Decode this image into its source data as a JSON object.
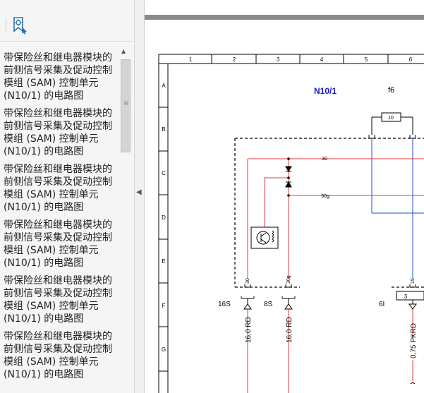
{
  "top_fragment": {
    "text": "⌐ ∩"
  },
  "bookmark_panel": {
    "toolbar_icon": "bookmark-gear-icon",
    "items": [
      {
        "label": "带保险丝和继电器模块的前侧信号采集及促动控制模组 (SAM) 控制单元 (N10/1) 的电路图"
      },
      {
        "label": "带保险丝和继电器模块的前侧信号采集及促动控制模组 (SAM) 控制单元 (N10/1) 的电路图"
      },
      {
        "label": "带保险丝和继电器模块的前侧信号采集及促动控制模组 (SAM) 控制单元 (N10/1) 的电路图"
      },
      {
        "label": "带保险丝和继电器模块的前侧信号采集及促动控制模组 (SAM) 控制单元 (N10/1) 的电路图"
      },
      {
        "label": "带保险丝和继电器模块的前侧信号采集及促动控制模组 (SAM) 控制单元 (N10/1) 的电路图"
      },
      {
        "label": "带保险丝和继电器模块的前侧信号采集及促动控制模组 (SAM) 控制单元 (N10/1) 的电路图"
      }
    ]
  },
  "gutter_icon": "collapse-left-icon",
  "diagram": {
    "column_labels": [
      "1",
      "2",
      "3",
      "4",
      "5",
      "6"
    ],
    "row_labels": [
      "A",
      "B",
      "C",
      "D",
      "E",
      "F",
      "G"
    ],
    "component_label": "N10/1",
    "fuse_label": "f6",
    "fuse_value": "10",
    "wire_30": "30",
    "wire_30g": "30g",
    "pin_30": "30",
    "pin_30g": "30g",
    "pin_15": "15",
    "conn_16s": "16S",
    "conn_8s": "8S",
    "conn_6i": "6I",
    "conn_6i_pin": "3",
    "wire_16_rd_a": "16,0 RD",
    "wire_16_rd_b": "16,0 RD",
    "wire_pkrd": "0,75 PKRD",
    "colors": {
      "red_wire": "#e8383d",
      "blue_wire": "#1f4fd8",
      "label_blue": "#1a1ad0"
    }
  }
}
